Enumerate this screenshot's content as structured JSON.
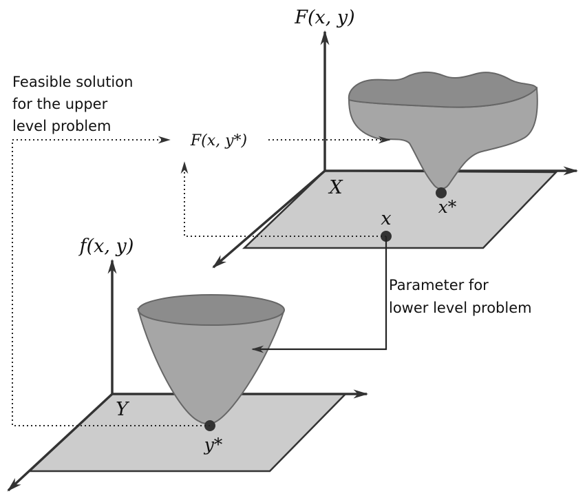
{
  "upper": {
    "axis_title": "F(x, y)",
    "plane_label": "X",
    "point_x_label": "x",
    "optimum_label": "x*",
    "value_label": "F(x, y*)"
  },
  "lower": {
    "axis_title": "f(x, y)",
    "plane_label": "Y",
    "optimum_label": "y*"
  },
  "annotations": {
    "feasible_line1": "Feasible solution",
    "feasible_line2": "for the upper",
    "feasible_line3": "level problem",
    "param_line1": "Parameter for",
    "param_line2": "lower level problem"
  },
  "colors": {
    "plane": "#cccccc",
    "surface": "#a6a6a6",
    "surface_top": "#8c8c8c",
    "line": "#333333",
    "point": "#333333"
  }
}
